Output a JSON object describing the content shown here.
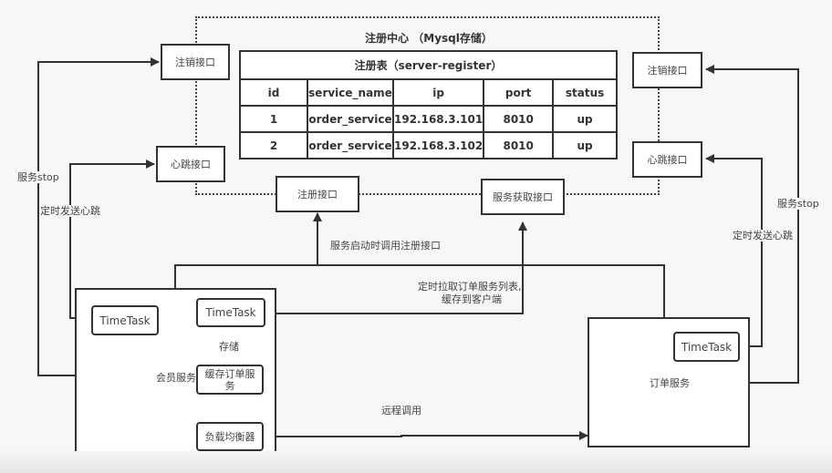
{
  "registry": {
    "title": "注册中心 （Mysql存储）",
    "table": {
      "caption": "注册表（server-register）",
      "columns": [
        "id",
        "service_name",
        "ip",
        "port",
        "status"
      ],
      "rows": [
        [
          "1",
          "order_service",
          "192.168.3.101",
          "8010",
          "up"
        ],
        [
          "2",
          "order_service",
          "192.168.3.102",
          "8010",
          "up"
        ]
      ]
    },
    "interfaces": {
      "left_deregister": "注销接口",
      "left_heartbeat": "心跳接口",
      "right_deregister": "注销接口",
      "right_heartbeat": "心跳接口",
      "register": "注册接口",
      "discovery": "服务获取接口"
    }
  },
  "member_service": {
    "label": "会员服务",
    "timetask_left": "TimeTask",
    "timetask_right": "TimeTask",
    "store_label": "存储",
    "cache": "缓存订单服务",
    "load_balancer": "负载均衡器"
  },
  "order_service": {
    "label": "订单服务",
    "timetask": "TimeTask"
  },
  "edges": {
    "left_stop": "服务stop",
    "left_heartbeat": "定时发送心跳",
    "right_stop": "服务stop",
    "right_heartbeat": "定时发送心跳",
    "register_on_start": "服务启动时调用注册接口",
    "pull_list_line1": "定时拉取订单服务列表,",
    "pull_list_line2": "缓存到客户端",
    "remote_call": "远程调用"
  }
}
